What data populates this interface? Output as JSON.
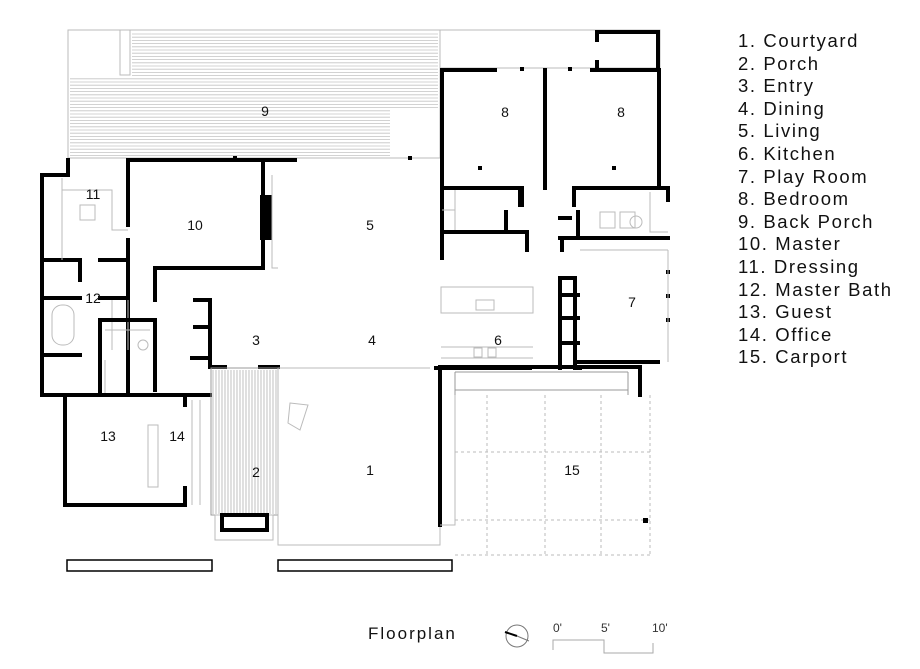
{
  "title": "Floorplan",
  "legend": [
    "1. Courtyard",
    "2. Porch",
    "3. Entry",
    "4. Dining",
    "5. Living",
    "6. Kitchen",
    "7. Play Room",
    "8. Bedroom",
    "9. Back Porch",
    "10. Master",
    "11. Dressing",
    "12. Master Bath",
    "13. Guest",
    "14. Office",
    "15. Carport"
  ],
  "rooms": {
    "r1": "1",
    "r2": "2",
    "r3": "3",
    "r4": "4",
    "r5": "5",
    "r6": "6",
    "r7": "7",
    "r8a": "8",
    "r8b": "8",
    "r9": "9",
    "r10": "10",
    "r11": "11",
    "r12": "12",
    "r13": "13",
    "r14": "14",
    "r15": "15"
  },
  "scale": {
    "s0": "0'",
    "s5": "5'",
    "s10": "10'"
  }
}
